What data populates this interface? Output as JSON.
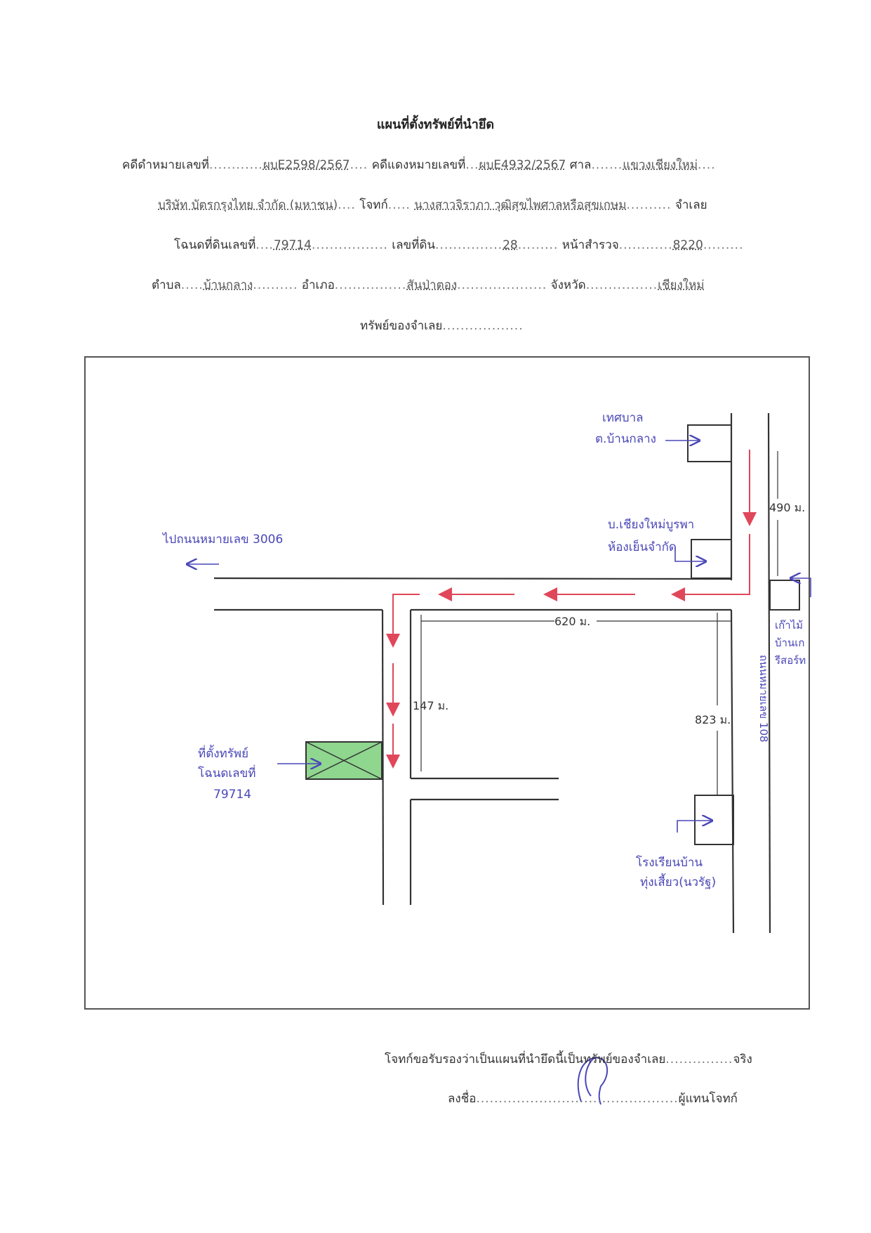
{
  "document": {
    "title": "แผนที่ตั้งทรัพย์ที่นำยึด",
    "case": {
      "black_case_label": "คดีดำหมายเลขที่",
      "black_case_no": "ผบE2598/2567",
      "red_case_label": "คดีแดงหมายเลขที่",
      "red_case_no": "ผบE4932/2567",
      "court_label": "ศาล",
      "court": "แขวงเชียงใหม่"
    },
    "parties": {
      "plaintiff": "บริษัท บัตรกรุงไทย จำกัด (มหาชน)",
      "plaintiff_label": "โจทก์",
      "defendant": "นางสาวจิราภา วุฒิสุขไพศาลหรือสุขเกษม",
      "defendant_label": "จำเลย"
    },
    "land": {
      "deed_label": "โฉนดที่ดินเลขที่",
      "deed_no": "79714",
      "land_no_label": "เลขที่ดิน",
      "land_no": "28",
      "survey_label": "หน้าสำรวจ",
      "survey_no": "8220"
    },
    "location": {
      "subdistrict_label": "ตำบล",
      "subdistrict": "บ้านกลาง",
      "district_label": "อำเภอ",
      "district": "สันป่าตอง",
      "province_label": "จังหวัด",
      "province": "เชียงใหม่"
    },
    "owner_line": "ทรัพย์ของจำเลย"
  },
  "map": {
    "labels": {
      "municipality_1": "เทศบาล",
      "municipality_2": "ต.บ้านกลาง",
      "company_1": "บ.เชียงใหม่บูรพา",
      "company_2": "ห้องเย็นจำกัด",
      "to_highway": "ไปถนนหมายเลข 3006",
      "distance_top": "620 ม.",
      "distance_right": "490 ม.",
      "distance_vertical": "147 ม.",
      "distance_823": "823 ม.",
      "highway_108": "ถนนหมายเลข 108",
      "temple_1": "เก๊าไม้",
      "temple_2": "บ้านเก",
      "temple_3": "รีสอร์ท",
      "property_1": "ที่ตั้งทรัพย์",
      "property_2": "โฉนดเลขที่",
      "property_3": "79714",
      "school_1": "โรงเรียนบ้าน",
      "school_2": "ทุ่งเสี้ยว(นวรัฐ)"
    },
    "colors": {
      "road": "#333333",
      "route_arrow": "#e0475a",
      "handwriting": "#4a47b8",
      "property_fill": "#8fd68f"
    }
  },
  "certification": {
    "statement": "โจทก์ขอรับรองว่าเป็นแผนที่นำยึดนี้เป็นทรัพย์ของจำเลย",
    "statement_end": "จริง",
    "sign_label": "ลงชื่อ",
    "sign_role": "ผู้แทนโจทก์"
  }
}
